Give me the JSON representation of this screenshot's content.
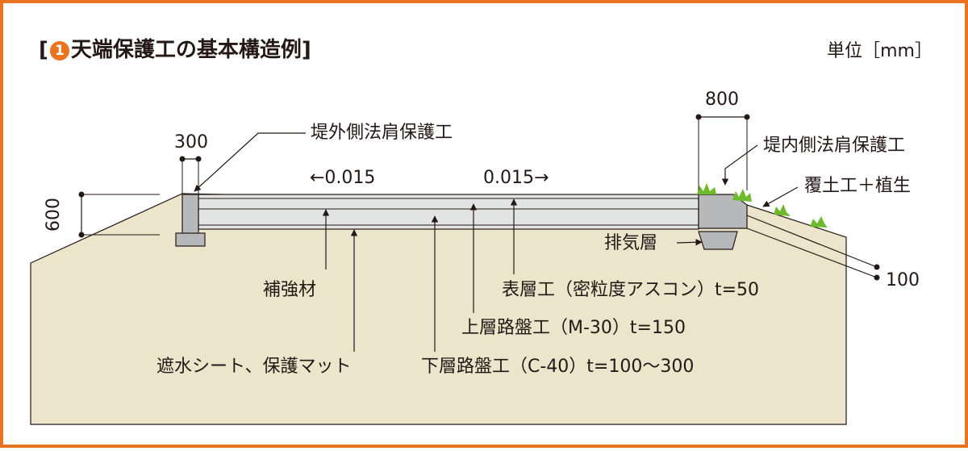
{
  "title": {
    "open": "[",
    "badge": "1",
    "text": "天端保護工の基本構造例",
    "close": "]"
  },
  "unit": "単位［mm］",
  "dimensions": {
    "d300": "300",
    "d600": "600",
    "d800": "800",
    "d100": "100"
  },
  "labels": {
    "outer_shoulder": "堤外側法肩保護工",
    "inner_shoulder": "堤内側法肩保護工",
    "cover_soil": "覆土工＋植生",
    "slope_left": "←0.015",
    "slope_right": "0.015→",
    "exhaust_layer": "排気層",
    "reinforcement": "補強材",
    "surface_course": "表層工（密粒度アスコン）t=50",
    "upper_base": "上層路盤工（M-30）t=150",
    "waterproof_sheet": "遮水シート、保護マット",
    "lower_base": "下層路盤工（C-40）t=100〜300"
  },
  "colors": {
    "frame": "#e9731f",
    "ground": "#ede4cc",
    "pavement": "#e2e4e4",
    "concrete": "#b7b8b9",
    "grass": "#6fb92c",
    "ink": "#231815"
  }
}
